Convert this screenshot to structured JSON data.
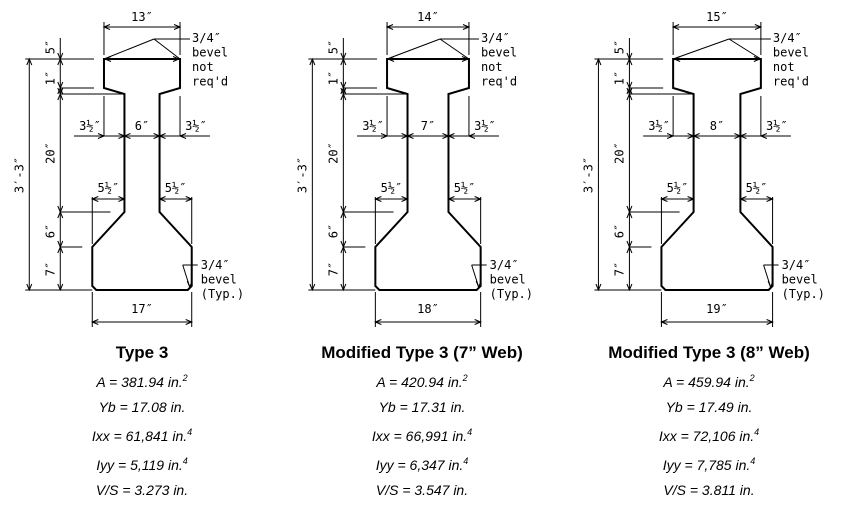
{
  "sections": [
    {
      "name": "Type 3",
      "dims": {
        "top_width_in": 13,
        "web_width_in": 6,
        "bottom_width_in": 17,
        "top_width": "13″",
        "web_width": "6″",
        "bottom_width": "17″",
        "top_overhang": "3½″",
        "bottom_overhang": "5½″",
        "total_height": "3′-3″",
        "h_top": "5″",
        "h_top_taper": "1″",
        "h_web": "20″",
        "h_bottom_taper": "6″",
        "h_bottom": "7″"
      },
      "notes": {
        "top_bevel": [
          "3/4″",
          "bevel",
          "not",
          "req'd"
        ],
        "bottom_bevel": [
          "3/4″",
          "bevel",
          "(Typ.)"
        ]
      },
      "props": {
        "A": "A = 381.94 in.",
        "A_exp": "2",
        "Yb": "Yb = 17.08 in.",
        "Ixx": "Ixx = 61,841 in.",
        "Ixx_exp": "4",
        "Iyy": "Iyy = 5,119 in.",
        "Iyy_exp": "4",
        "VS": "V/S = 3.273 in."
      }
    },
    {
      "name": "Modified Type 3 (7” Web)",
      "dims": {
        "top_width_in": 14,
        "web_width_in": 7,
        "bottom_width_in": 18,
        "top_width": "14″",
        "web_width": "7″",
        "bottom_width": "18″",
        "top_overhang": "3½″",
        "bottom_overhang": "5½″",
        "total_height": "3′-3″",
        "h_top": "5″",
        "h_top_taper": "1″",
        "h_web": "20″",
        "h_bottom_taper": "6″",
        "h_bottom": "7″"
      },
      "notes": {
        "top_bevel": [
          "3/4″",
          "bevel",
          "not",
          "req'd"
        ],
        "bottom_bevel": [
          "3/4″",
          "bevel",
          "(Typ.)"
        ]
      },
      "props": {
        "A": "A = 420.94 in.",
        "A_exp": "2",
        "Yb": "Yb = 17.31 in.",
        "Ixx": "Ixx = 66,991 in.",
        "Ixx_exp": "4",
        "Iyy": "Iyy = 6,347 in.",
        "Iyy_exp": "4",
        "VS": "V/S = 3.547 in."
      }
    },
    {
      "name": "Modified Type 3 (8” Web)",
      "dims": {
        "top_width_in": 15,
        "web_width_in": 8,
        "bottom_width_in": 19,
        "top_width": "15″",
        "web_width": "8″",
        "bottom_width": "19″",
        "top_overhang": "3½″",
        "bottom_overhang": "5½″",
        "total_height": "3′-3″",
        "h_top": "5″",
        "h_top_taper": "1″",
        "h_web": "20″",
        "h_bottom_taper": "6″",
        "h_bottom": "7″"
      },
      "notes": {
        "top_bevel": [
          "3/4″",
          "bevel",
          "not",
          "req'd"
        ],
        "bottom_bevel": [
          "3/4″",
          "bevel",
          "(Typ.)"
        ]
      },
      "props": {
        "A": "A = 459.94 in.",
        "A_exp": "2",
        "Yb": "Yb = 17.49 in.",
        "Ixx": "Ixx = 72,106 in.",
        "Ixx_exp": "4",
        "Iyy": "Iyy = 7,785 in.",
        "Iyy_exp": "4",
        "VS": "V/S = 3.811 in."
      }
    }
  ]
}
